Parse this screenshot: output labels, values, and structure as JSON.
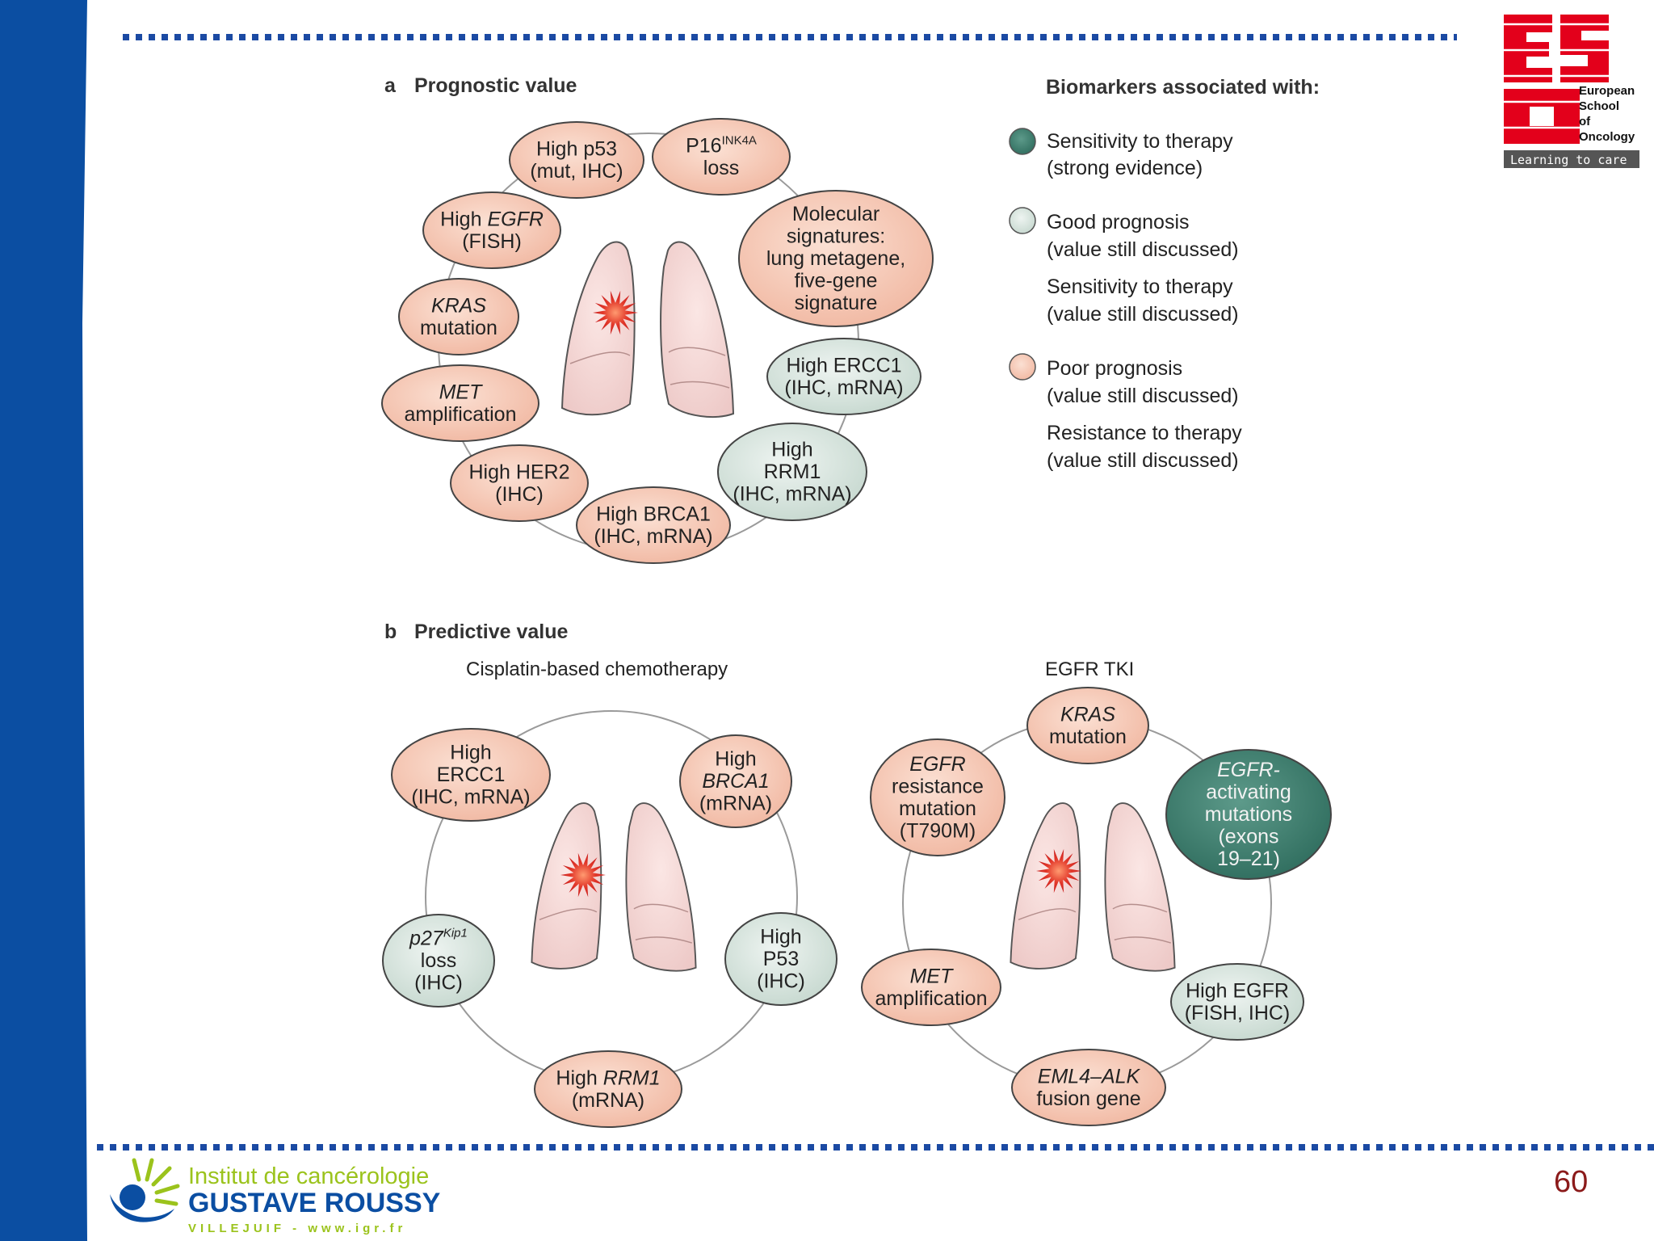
{
  "colors": {
    "poor": "#f6c8b5",
    "good": "#dbe7e1",
    "strong": "#3d7f70",
    "line": "#9a9a9a",
    "brand_blue": "#0b4ea2",
    "esso_red": "#e3001b",
    "page_number": "#8b1a1a"
  },
  "section_a": {
    "letter": "a",
    "title": "Prognostic value",
    "nodes": [
      {
        "lines": [
          {
            "t": "High p53"
          },
          {
            "t": "(mut, IHC)"
          }
        ],
        "kind": "poor"
      },
      {
        "lines": [
          {
            "t": "P16",
            "sup": "INK4A"
          },
          {
            "t": "loss"
          }
        ],
        "kind": "poor"
      },
      {
        "lines": [
          {
            "t": "High ",
            "em": "EGFR"
          },
          {
            "t": "(FISH)"
          }
        ],
        "kind": "poor"
      },
      {
        "lines": [
          {
            "t": "Molecular"
          },
          {
            "t": "signatures:"
          },
          {
            "t": "lung metagene,"
          },
          {
            "t": "five-gene"
          },
          {
            "t": "signature"
          }
        ],
        "kind": "poor"
      },
      {
        "lines": [
          {
            "em": "KRAS"
          },
          {
            "t": "mutation"
          }
        ],
        "kind": "poor"
      },
      {
        "lines": [
          {
            "t": "High ERCC1"
          },
          {
            "t": "(IHC, mRNA)"
          }
        ],
        "kind": "good"
      },
      {
        "lines": [
          {
            "em": "MET"
          },
          {
            "t": "amplification"
          }
        ],
        "kind": "poor"
      },
      {
        "lines": [
          {
            "t": "High"
          },
          {
            "t": "RRM1"
          },
          {
            "t": "(IHC, mRNA)"
          }
        ],
        "kind": "good"
      },
      {
        "lines": [
          {
            "t": "High HER2"
          },
          {
            "t": "(IHC)"
          }
        ],
        "kind": "poor"
      },
      {
        "lines": [
          {
            "t": "High BRCA1"
          },
          {
            "t": "(IHC, mRNA)"
          }
        ],
        "kind": "poor"
      }
    ]
  },
  "legend": {
    "title": "Biomarkers associated with:",
    "items": [
      {
        "kind": "strong",
        "texts": [
          "Sensitivity to therapy",
          "(strong evidence)"
        ]
      },
      {
        "kind": "good",
        "texts": [
          "Good prognosis",
          "(value still discussed)",
          "Sensitivity to therapy",
          "(value still discussed)"
        ]
      },
      {
        "kind": "poor",
        "texts": [
          "Poor prognosis",
          "(value still discussed)",
          "Resistance to therapy",
          "(value still discussed)"
        ]
      }
    ]
  },
  "section_b": {
    "letter": "b",
    "title": "Predictive value",
    "left": {
      "title": "Cisplatin-based chemotherapy",
      "nodes": [
        {
          "lines": [
            {
              "t": "High"
            },
            {
              "t": "ERCC1"
            },
            {
              "t": "(IHC, mRNA)"
            }
          ],
          "kind": "poor"
        },
        {
          "lines": [
            {
              "t": "High"
            },
            {
              "em": "BRCA1"
            },
            {
              "t": "(mRNA)"
            }
          ],
          "kind": "poor"
        },
        {
          "lines": [
            {
              "em": "p27",
              "emsup": "Kip1"
            },
            {
              "t": "loss"
            },
            {
              "t": "(IHC)"
            }
          ],
          "kind": "good"
        },
        {
          "lines": [
            {
              "t": "High"
            },
            {
              "t": "P53"
            },
            {
              "t": "(IHC)"
            }
          ],
          "kind": "good"
        },
        {
          "lines": [
            {
              "t": "High ",
              "em": "RRM1"
            },
            {
              "t": "(mRNA)"
            }
          ],
          "kind": "poor"
        }
      ]
    },
    "right": {
      "title": "EGFR TKI",
      "nodes": [
        {
          "lines": [
            {
              "em": "KRAS"
            },
            {
              "t": "mutation"
            }
          ],
          "kind": "poor"
        },
        {
          "lines": [
            {
              "em": "EGFR"
            },
            {
              "t": "resistance"
            },
            {
              "t": "mutation"
            },
            {
              "t": "(T790M)"
            }
          ],
          "kind": "poor"
        },
        {
          "lines": [
            {
              "em": "EGFR-"
            },
            {
              "t": "activating"
            },
            {
              "t": "mutations"
            },
            {
              "t": "(exons"
            },
            {
              "t": "19–21)"
            }
          ],
          "kind": "strong"
        },
        {
          "lines": [
            {
              "em": "MET"
            },
            {
              "t": "amplification"
            }
          ],
          "kind": "poor"
        },
        {
          "lines": [
            {
              "t": "High EGFR"
            },
            {
              "t": "(FISH, IHC)"
            }
          ],
          "kind": "good"
        },
        {
          "lines": [
            {
              "em": "EML4–ALK"
            },
            {
              "t": "fusion gene"
            }
          ],
          "kind": "poor"
        }
      ]
    }
  },
  "esso": {
    "name_lines": [
      "European",
      "School",
      "of",
      "Oncology"
    ],
    "tagline": "Learning to care"
  },
  "footer": {
    "institute_line1": "Institut de cancérologie",
    "institute_line2": "GUSTAVE ROUSSY",
    "institute_line3": "VILLEJUIF - www.igr.fr",
    "page_number": "60"
  }
}
